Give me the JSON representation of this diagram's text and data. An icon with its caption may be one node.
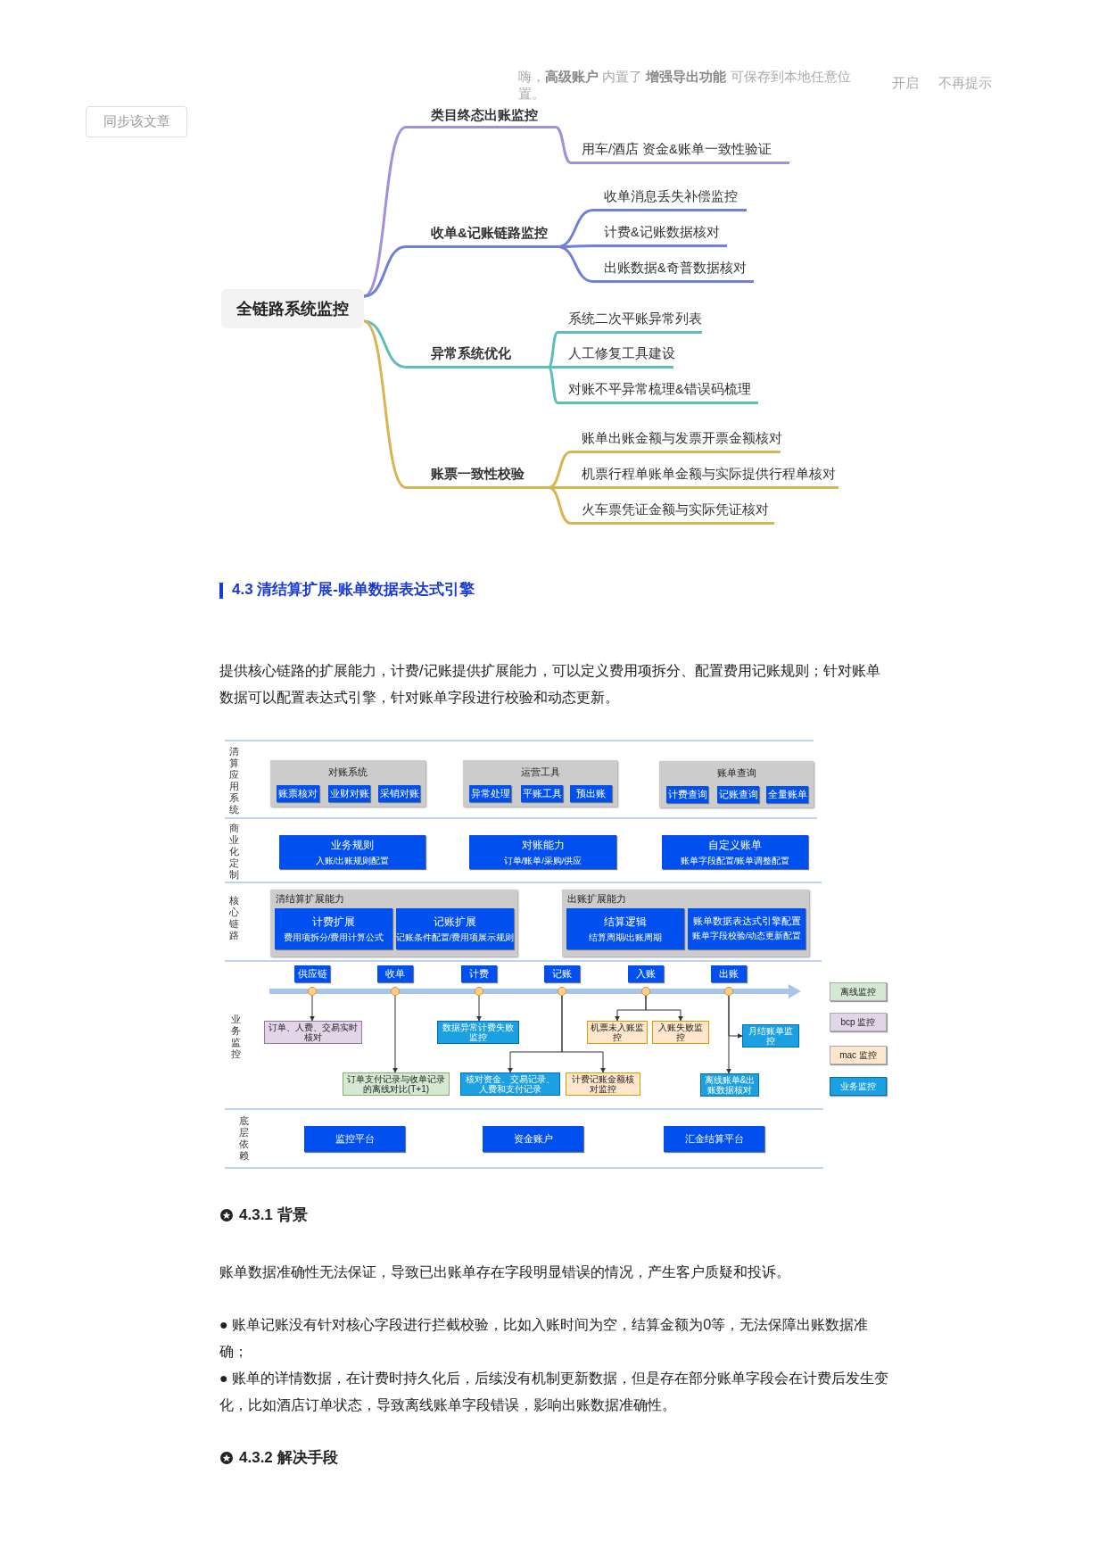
{
  "diagram": {
    "nodes": [
      {
        "text": [
          "全链路系统监控"
        ]
      },
      {
        "text": [
          "类目终态出账监控"
        ]
      },
      {
        "text": [
          "用车/酒店 资金&账单一致性验证"
        ]
      },
      {
        "text": [
          "收单&记账链路监控"
        ]
      },
      {
        "text": [
          "收单消息丢失补偿监控"
        ]
      },
      {
        "text": [
          "计费&记账数据核对"
        ]
      },
      {
        "text": [
          "出账数据&奇普数据核对"
        ]
      },
      {
        "text": [
          "异常系统优化"
        ]
      },
      {
        "text": [
          "系统二次平账异常列表"
        ]
      },
      {
        "text": [
          "人工修复工具建设"
        ]
      },
      {
        "text": [
          "对账不平异常梳理&错误码梳理"
        ]
      },
      {
        "text": [
          "账票一致性校验"
        ]
      },
      {
        "text": [
          "账单出账金额与发票开票金额核对"
        ]
      },
      {
        "text": [
          "机票行程单账单金额与实际提供行程单核对"
        ]
      },
      {
        "text": [
          "火车票凭证金额与实际凭证核对"
        ]
      },
      {
        "text": [
          "对账系统"
        ]
      },
      {
        "text": [
          "账票核对"
        ],
        "in": 15
      },
      {
        "text": [
          "业财对账"
        ],
        "in": 15
      },
      {
        "text": [
          "采销对账"
        ],
        "in": 15
      },
      {
        "text": [
          "运营工具"
        ]
      },
      {
        "text": [
          "异常处理"
        ],
        "in": 19
      },
      {
        "text": [
          "平账工具"
        ],
        "in": 19
      },
      {
        "text": [
          "预出账"
        ],
        "in": 19
      },
      {
        "text": [
          "账单查询"
        ]
      },
      {
        "text": [
          "计费查询"
        ],
        "in": 23
      },
      {
        "text": [
          "记账查询"
        ],
        "in": 23
      },
      {
        "text": [
          "全量账单"
        ],
        "in": 23
      },
      {
        "text": [
          "业务规则",
          "入账/出账规则配置"
        ]
      },
      {
        "text": [
          "对账能力",
          "订单/账单/采购/供应"
        ]
      },
      {
        "text": [
          "自定义账单",
          "账单字段配置/账单调整配置"
        ]
      },
      {
        "text": [
          "清结算扩展能力"
        ]
      },
      {
        "text": [
          "计费扩展",
          "费用项拆分/费用计算公式"
        ],
        "in": 30
      },
      {
        "text": [
          "记账扩展",
          "记账条件配置/费用项展示规则"
        ],
        "in": 30
      },
      {
        "text": [
          "出账扩展能力"
        ]
      },
      {
        "text": [
          "结算逻辑",
          "结算周期/出账周期"
        ],
        "in": 33
      },
      {
        "text": [
          "账单数据表达式引擎配置",
          "账单字段校验/动态更新配置"
        ],
        "in": 33
      },
      {
        "text": [
          "供应链"
        ]
      },
      {
        "text": [
          "收单"
        ]
      },
      {
        "text": [
          "计费"
        ]
      },
      {
        "text": [
          "记账"
        ]
      },
      {
        "text": [
          "入账"
        ]
      },
      {
        "text": [
          "出账"
        ]
      },
      {
        "text": [],
        "shape": "circle"
      },
      {
        "text": [],
        "shape": "circle"
      },
      {
        "text": [],
        "shape": "circle"
      },
      {
        "text": [],
        "shape": "circle"
      },
      {
        "text": [],
        "shape": "circle"
      },
      {
        "text": [],
        "shape": "circle"
      },
      {
        "text": [
          "订单、人费、交易实时核对"
        ]
      },
      {
        "text": [
          "订单支付记录与收单记录的离线对比(T+1)"
        ]
      },
      {
        "text": [
          "数据异常计费失败监控"
        ]
      },
      {
        "text": [
          "核对资金、交易记录、人费和支付记录"
        ]
      },
      {
        "text": [
          "计费记账金额核对监控"
        ]
      },
      {
        "text": [
          "机票未入账监控"
        ]
      },
      {
        "text": [
          "入账失败监控"
        ]
      },
      {
        "text": [
          "月结账单监控"
        ]
      },
      {
        "text": [
          "离线账单&出账数据核对"
        ]
      },
      {
        "text": [
          "监控平台"
        ]
      },
      {
        "text": [
          "资金账户"
        ]
      },
      {
        "text": [
          "汇金结算平台"
        ]
      }
    ],
    "edges": [
      {
        "from": 0,
        "to": 1,
        "arrow": "none",
        "color": "#a48fd9"
      },
      {
        "from": 1,
        "to": 2,
        "arrow": "none",
        "color": "#a48fd9"
      },
      {
        "from": 0,
        "to": 3,
        "arrow": "none",
        "color": "#6f80d6"
      },
      {
        "from": 3,
        "to": 4,
        "arrow": "none",
        "color": "#6f80d6"
      },
      {
        "from": 3,
        "to": 5,
        "arrow": "none",
        "color": "#6f80d6"
      },
      {
        "from": 3,
        "to": 6,
        "arrow": "none",
        "color": "#6f80d6"
      },
      {
        "from": 0,
        "to": 7,
        "arrow": "none",
        "color": "#5cbdb9"
      },
      {
        "from": 7,
        "to": 8,
        "arrow": "none",
        "color": "#5cbdb9"
      },
      {
        "from": 7,
        "to": 9,
        "arrow": "none",
        "color": "#5cbdb9"
      },
      {
        "from": 7,
        "to": 10,
        "arrow": "none",
        "color": "#5cbdb9"
      },
      {
        "from": 0,
        "to": 11,
        "arrow": "none",
        "color": "#d8b552"
      },
      {
        "from": 11,
        "to": 12,
        "arrow": "none",
        "color": "#d8b552"
      },
      {
        "from": 11,
        "to": 13,
        "arrow": "none",
        "color": "#d8b552"
      },
      {
        "from": 11,
        "to": 14,
        "arrow": "none",
        "color": "#d8b552"
      },
      {
        "from": 42,
        "to": 48,
        "arrow": "to"
      },
      {
        "from": 43,
        "to": 49,
        "arrow": "to"
      },
      {
        "from": 44,
        "to": 50,
        "arrow": "to"
      },
      {
        "from": 45,
        "to": 51,
        "arrow": "to"
      },
      {
        "from": 45,
        "to": 52,
        "arrow": "to"
      },
      {
        "from": 46,
        "to": 53,
        "arrow": "to"
      },
      {
        "from": 46,
        "to": 54,
        "arrow": "to"
      },
      {
        "from": 47,
        "to": 55,
        "arrow": "to"
      },
      {
        "from": 47,
        "to": 56,
        "arrow": "to"
      }
    ],
    "labels": [
      "嗨，**高级账户** 内置了 **增强导出功能** 可保存到本地任意位置。",
      "开启",
      "不再提示",
      "同步该文章",
      "4.3 清结算扩展-账单数据表达式引擎",
      "提供核心链路的扩展能力，计费/记账提供扩展能力，可以定义费用项拆分、配置费用记账规则；针对账单数据可以配置表达式引擎，针对账单字段进行校验和动态更新。",
      "清算应用系统",
      "商业化定制",
      "核心链路",
      "业务监控",
      "底层依赖",
      "4.3.1 背景",
      "账单数据准确性无法保证，导致已出账单存在字段明显错误的情况，产生客户质疑和投诉。",
      "● 账单记账没有针对核心字段进行拦截校验，比如入账时间为空，结算金额为0等，无法保障出账数据准确；",
      "● 账单的详情数据，在计费时持久化后，后续没有机制更新数据，但是存在部分账单字段会在计费后发生变化，比如酒店订单状态，导致离线账单字段错误，影响出账数据准确性。",
      "4.3.2 解决手段"
    ],
    "legend": [
      {
        "text": "离线监控",
        "color": "#d5e8d4"
      },
      {
        "text": "bcp 监控",
        "color": "#e1d5e7"
      },
      {
        "text": "mac 监控",
        "color": "#ffe6cc"
      },
      {
        "text": "业务监控",
        "color": "#1ba1e2"
      }
    ]
  }
}
